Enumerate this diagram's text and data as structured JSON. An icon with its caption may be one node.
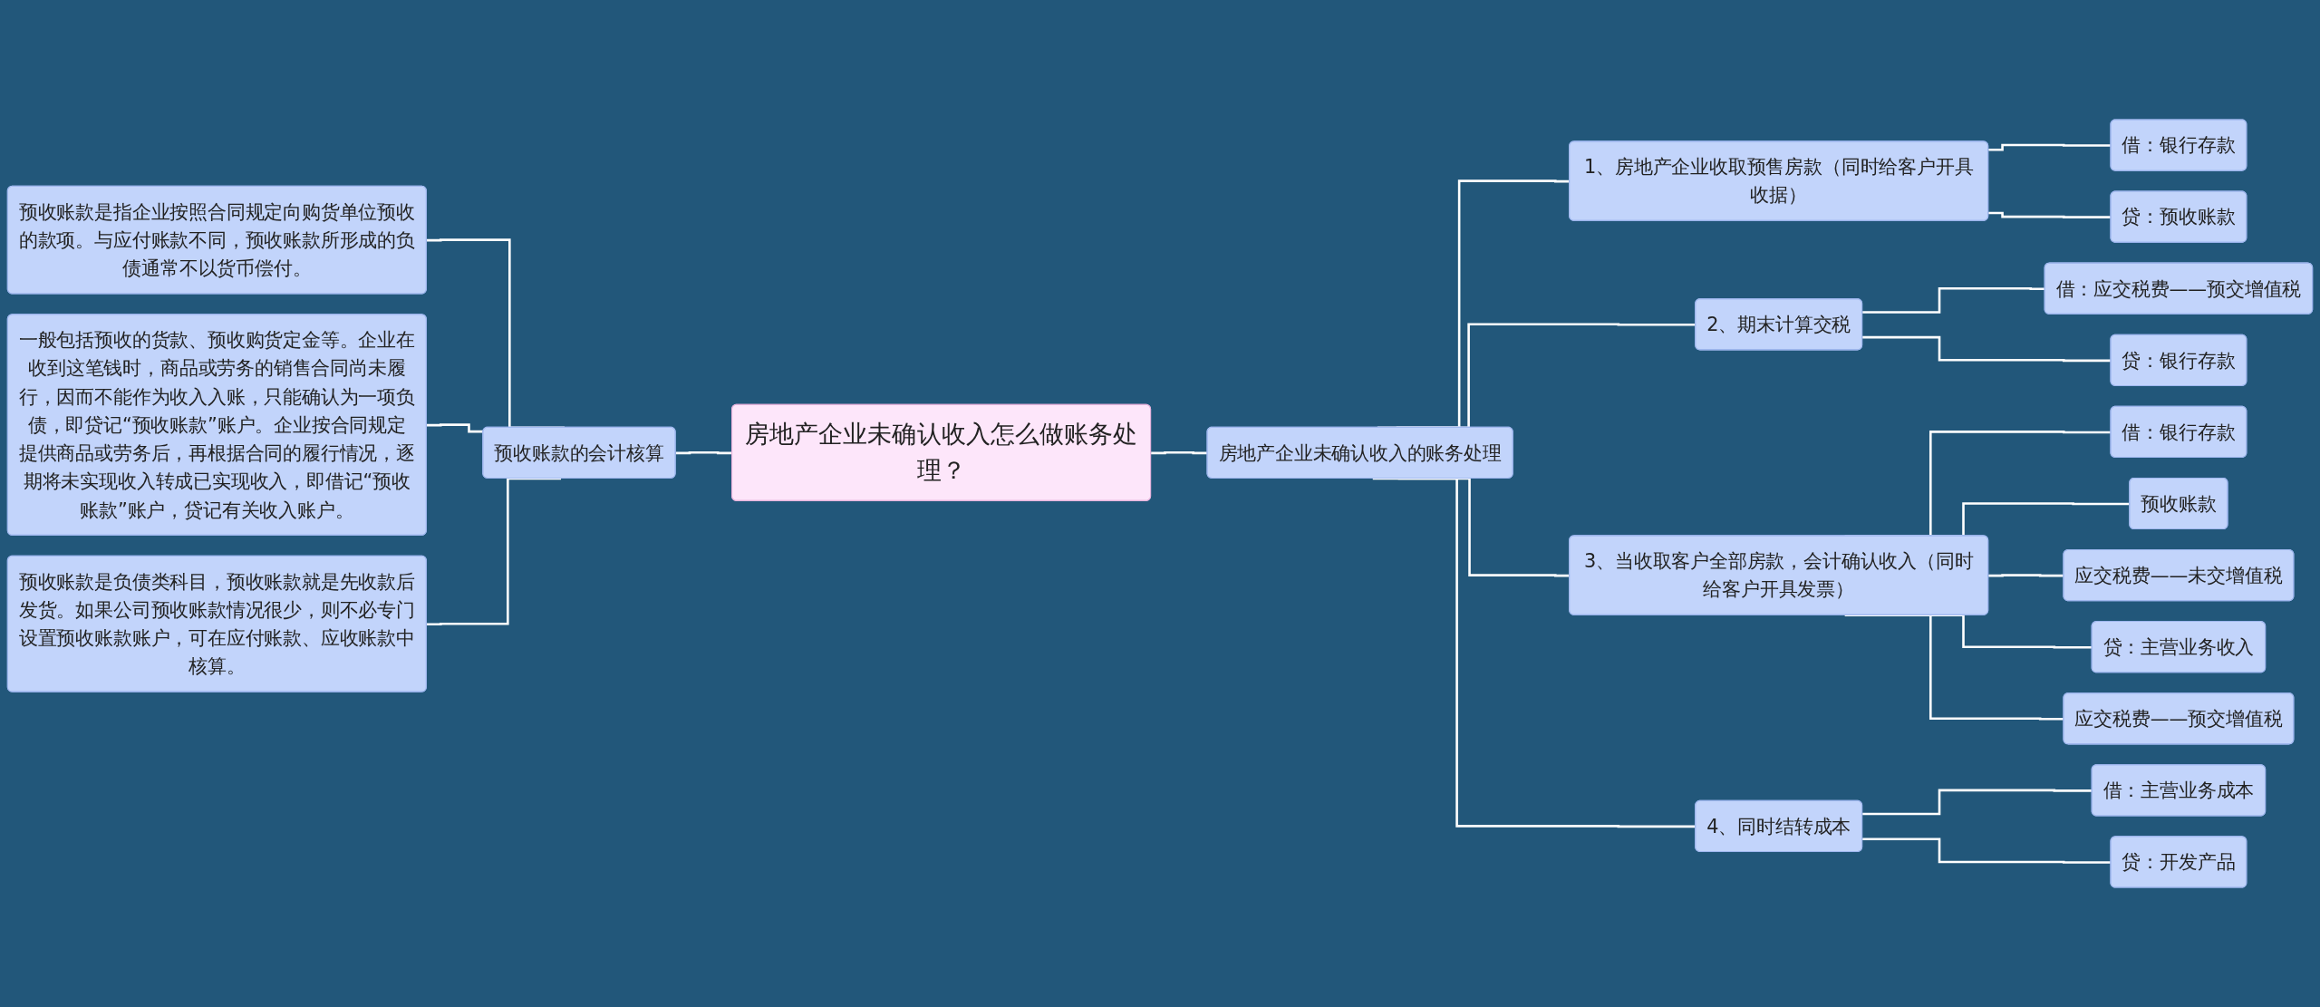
{
  "diagram": {
    "nodes": [
      {
        "text": [
          "房地产企业未确认收入怎么做账务处理？"
        ]
      },
      {
        "text": [
          "预收账款的会计核算"
        ]
      },
      {
        "text": [
          "预收账款是指企业按照合同规定向购货单位预收的款项。与应付账款不同，预收账款所形成的负债通常不以货币偿付。"
        ]
      },
      {
        "text": [
          "一般包括预收的货款、预收购货定金等。企业在收到这笔钱时，商品或劳务的销售合同尚未履行，因而不能作为收入入账，只能确认为一项负债，即贷记“预收账款”账户。企业按合同规定提供商品或劳务后，再根据合同的履行情况，逐期将未实现收入转成已实现收入，即借记“预收账款”账户，贷记有关收入账户。"
        ]
      },
      {
        "text": [
          "预收账款是负债类科目，预收账款就是先收款后发货。如果公司预收账款情况很少，则不必专门设置预收账款账户，可在应付账款、应收账款中核算。"
        ]
      },
      {
        "text": [
          "房地产企业未确认收入的账务处理"
        ]
      },
      {
        "text": [
          "1、房地产企业收取预售房款（同时给客户开具收据）"
        ]
      },
      {
        "text": [
          "借：银行存款"
        ]
      },
      {
        "text": [
          "贷：预收账款"
        ]
      },
      {
        "text": [
          "2、期末计算交税"
        ]
      },
      {
        "text": [
          "借：应交税费——预交增值税"
        ]
      },
      {
        "text": [
          "贷：银行存款"
        ]
      },
      {
        "text": [
          "3、当收取客户全部房款，会计确认收入（同时给客户开具发票）"
        ]
      },
      {
        "text": [
          "借：银行存款"
        ]
      },
      {
        "text": [
          "预收账款"
        ]
      },
      {
        "text": [
          "应交税费——未交增值税"
        ]
      },
      {
        "text": [
          "贷：主营业务收入"
        ]
      },
      {
        "text": [
          "应交税费——预交增值税"
        ]
      },
      {
        "text": [
          "4、同时结转成本"
        ]
      },
      {
        "text": [
          "借：主营业务成本"
        ]
      },
      {
        "text": [
          "贷：开发产品"
        ]
      }
    ],
    "edges": [
      {
        "from": 2,
        "to": 1,
        "arrow": "none"
      },
      {
        "from": 3,
        "to": 1,
        "arrow": "none"
      },
      {
        "from": 4,
        "to": 1,
        "arrow": "none"
      },
      {
        "from": 1,
        "to": 0,
        "arrow": "none"
      },
      {
        "from": 0,
        "to": 5,
        "arrow": "none"
      },
      {
        "from": 5,
        "to": 6,
        "arrow": "none"
      },
      {
        "from": 6,
        "to": 7,
        "arrow": "none"
      },
      {
        "from": 6,
        "to": 8,
        "arrow": "none"
      },
      {
        "from": 5,
        "to": 9,
        "arrow": "none"
      },
      {
        "from": 9,
        "to": 10,
        "arrow": "none"
      },
      {
        "from": 9,
        "to": 11,
        "arrow": "none"
      },
      {
        "from": 5,
        "to": 12,
        "arrow": "none"
      },
      {
        "from": 12,
        "to": 13,
        "arrow": "none"
      },
      {
        "from": 12,
        "to": 14,
        "arrow": "none"
      },
      {
        "from": 12,
        "to": 15,
        "arrow": "none"
      },
      {
        "from": 12,
        "to": 16,
        "arrow": "none"
      },
      {
        "from": 12,
        "to": 17,
        "arrow": "none"
      },
      {
        "from": 5,
        "to": 18,
        "arrow": "none"
      },
      {
        "from": 18,
        "to": 19,
        "arrow": "none"
      },
      {
        "from": 18,
        "to": 20,
        "arrow": "none"
      }
    ]
  }
}
